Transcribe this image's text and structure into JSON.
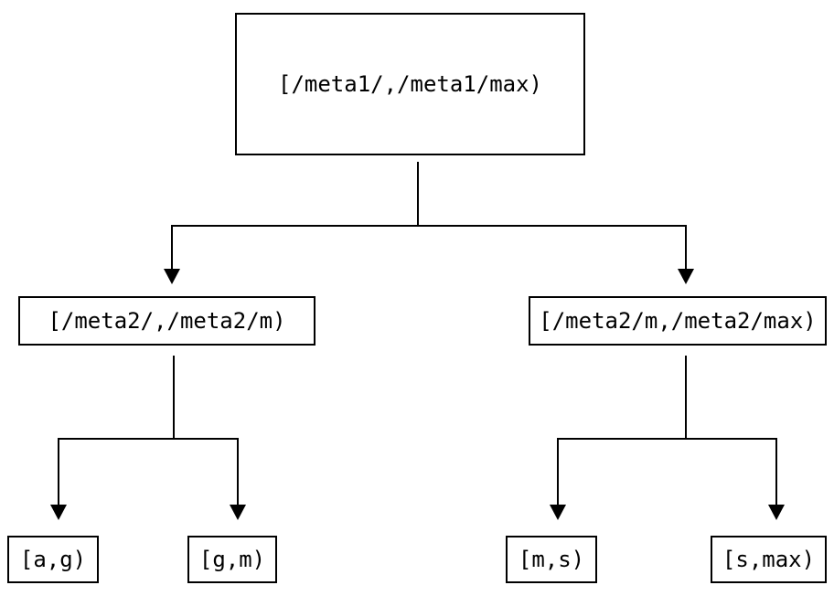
{
  "diagram": {
    "type": "tree",
    "colors": {
      "background": "#ffffff",
      "node_border": "#000000",
      "node_fill": "#ffffff",
      "text": "#000000",
      "connector": "#000000"
    },
    "nodes": {
      "root": {
        "label": "[/meta1/,/meta1/max)"
      },
      "meta2_left": {
        "label": "[/meta2/,/meta2/m)"
      },
      "meta2_right": {
        "label": "[/meta2/m,/meta2/max)"
      },
      "leaf_a_g": {
        "label": "[a,g)"
      },
      "leaf_g_m": {
        "label": "[g,m)"
      },
      "leaf_m_s": {
        "label": "[m,s)"
      },
      "leaf_s_max": {
        "label": "[s,max)"
      }
    },
    "edges": [
      {
        "from": "root",
        "to": "meta2_left"
      },
      {
        "from": "root",
        "to": "meta2_right"
      },
      {
        "from": "meta2_left",
        "to": "leaf_a_g"
      },
      {
        "from": "meta2_left",
        "to": "leaf_g_m"
      },
      {
        "from": "meta2_right",
        "to": "leaf_m_s"
      },
      {
        "from": "meta2_right",
        "to": "leaf_s_max"
      }
    ]
  }
}
